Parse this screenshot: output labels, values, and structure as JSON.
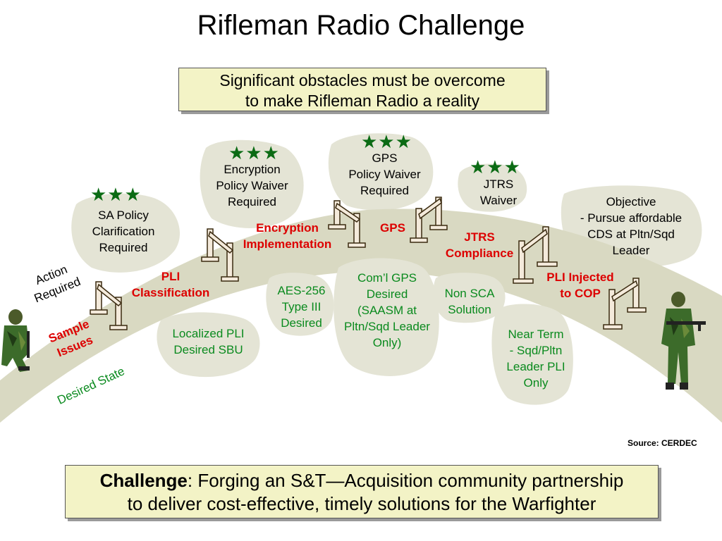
{
  "title": "Rifleman Radio Challenge",
  "top_box": {
    "line1": "Significant obstacles must be overcome",
    "line2": "to make Rifleman Radio a reality"
  },
  "stars_text": "★★★",
  "labels": {
    "sa_policy": [
      "SA Policy",
      "Clarification",
      "Required"
    ],
    "encryption_waiver": [
      "Encryption",
      "Policy Waiver",
      "Required"
    ],
    "gps_waiver": [
      "GPS",
      "Policy Waiver",
      "Required"
    ],
    "jtrs_waiver": [
      "JTRS",
      "Waiver"
    ],
    "objective": [
      "Objective",
      "- Pursue affordable",
      "CDS at Pltn/Sqd",
      "Leader"
    ],
    "action_required": [
      "Action",
      "Required"
    ],
    "pli_classification": [
      "PLI",
      "Classification"
    ],
    "encryption_implementation": [
      "Encryption",
      "Implementation"
    ],
    "gps": "GPS",
    "jtrs_compliance": [
      "JTRS",
      "Compliance"
    ],
    "pli_injected": [
      "PLI Injected",
      "to COP"
    ],
    "sample_issues": [
      "Sample",
      "Issues"
    ],
    "localized_pli": [
      "Localized PLI",
      "Desired SBU"
    ],
    "aes": [
      "AES-256",
      "Type III",
      "Desired"
    ],
    "coml_gps": [
      "Com’l GPS",
      "Desired",
      "(SAASM at",
      "Pltn/Sqd Leader",
      "Only)"
    ],
    "non_sca": [
      "Non SCA",
      "Solution"
    ],
    "near_term": [
      "Near Term",
      "- Sqd/Pltn",
      "Leader PLI",
      "Only"
    ],
    "desired_state": "Desired State"
  },
  "source": "Source: CERDEC",
  "bottom_box": {
    "bold": "Challenge",
    "rest": ":  Forging an S&T—Acquisition community partnership",
    "line2": "to deliver cost-effective, timely solutions for the Warfighter"
  },
  "colors": {
    "obstacle_label": "#dd0000",
    "desired_label": "#0a8a1e",
    "stars": "#0b6b14",
    "box_fill": "#f3f3c6"
  }
}
